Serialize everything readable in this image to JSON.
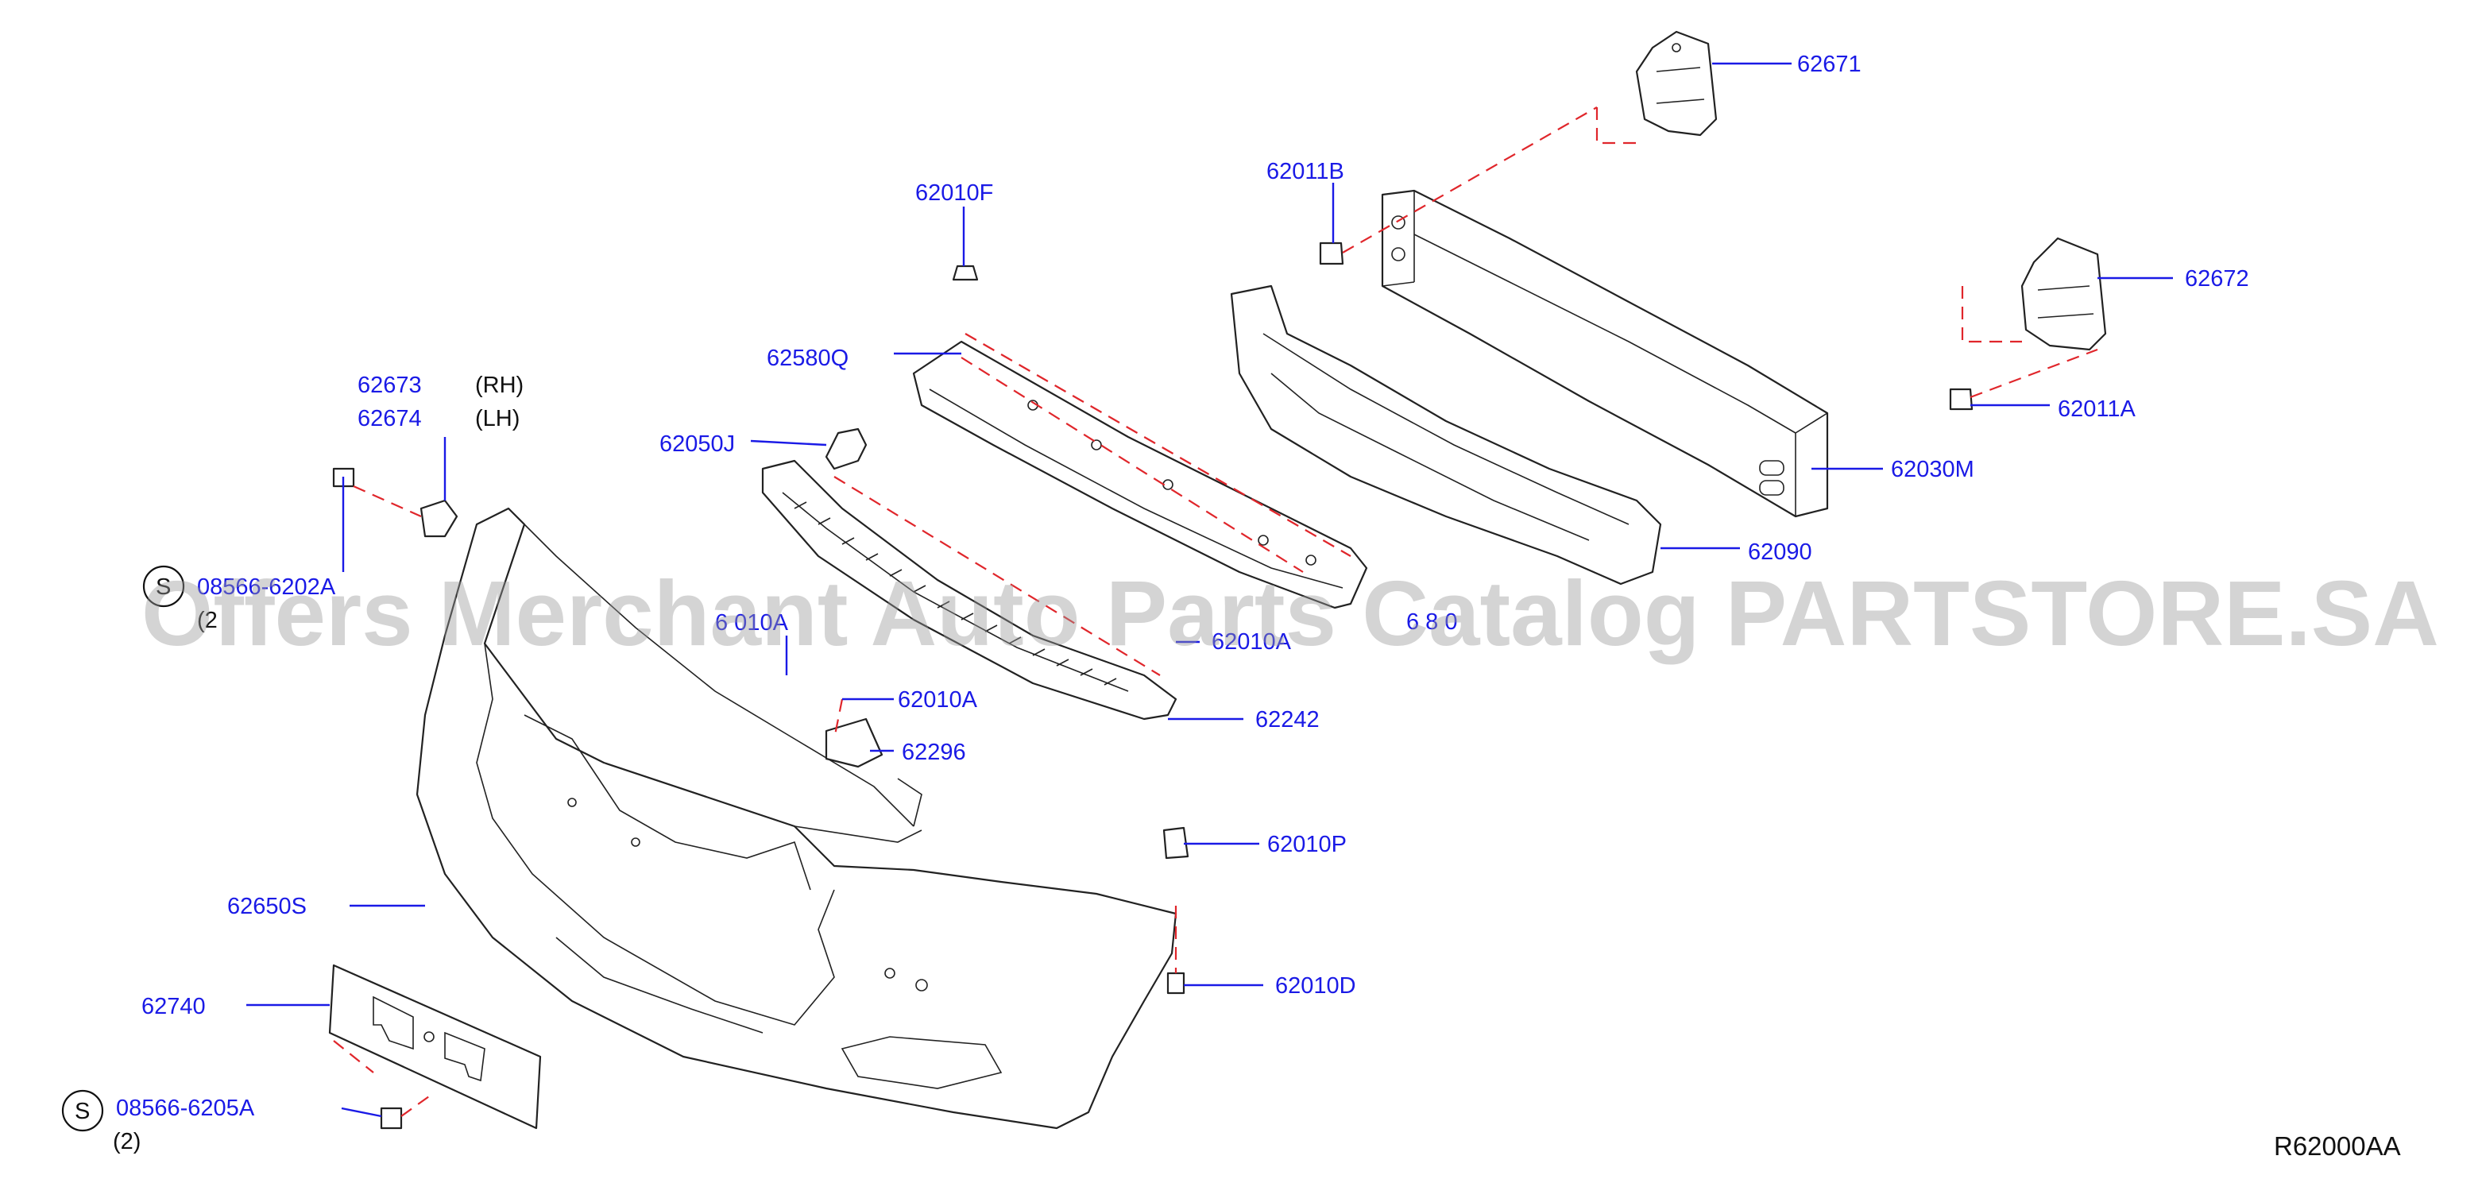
{
  "callouts": {
    "c62671": "62671",
    "c62672": "62672",
    "c62011B": "62011B",
    "c62011A": "62011A",
    "c62010F": "62010F",
    "c62580Q": "62580Q",
    "c62030M": "62030M",
    "c62090": "62090",
    "c62673": "62673",
    "c62674": "62674",
    "c62050J": "62050J",
    "c62010A_a": "62010A",
    "c62010A_b": "62010A",
    "c62010A_c": "6 010A",
    "c62242": "62242",
    "c62296": "62296",
    "c62310": "6 8 0",
    "c62010P": "62010P",
    "c62650S": "62650S",
    "c62010D": "62010D",
    "c62740": "62740",
    "c08566_top": "08566-6202A",
    "c08566_bot": "08566-6205A"
  },
  "notes": {
    "rh": "(RH)",
    "lh": "(LH)",
    "qty_top": "(2",
    "qty_bot": "(2)",
    "s_top": "S",
    "s_bot": "S"
  },
  "watermark": "Offers Merchant Auto Parts Catalog PARTSTORE.SA",
  "diagram_code": "R62000AA",
  "colors": {
    "callout": "#1a1ae6",
    "guide_line": "#e0262b",
    "outline": "#222222"
  }
}
